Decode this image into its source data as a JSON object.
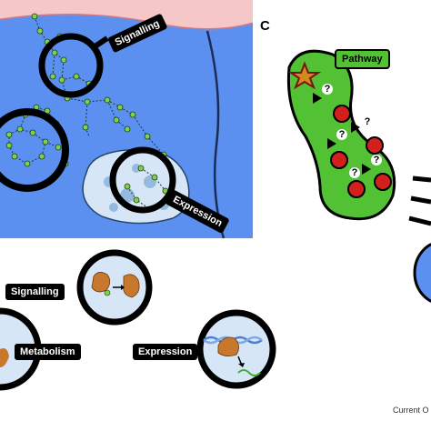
{
  "figure": {
    "panel_c_letter": "C",
    "panel_a_labels": {
      "signalling": "Signalling",
      "expression": "Expression"
    },
    "panel_b_labels": {
      "signalling": "Signalling",
      "metabolism": "Metabolism",
      "expression": "Expression"
    },
    "panel_c_labels": {
      "pathway": "Pathway",
      "unknown_marker": "?"
    },
    "credit": "Current O",
    "colors": {
      "cell_blue": "#5b8ff0",
      "membrane_pink": "#f3b4b4",
      "pathway_green": "#52c234",
      "node_red": "#d2201f",
      "node_green": "#7cd24a",
      "enzyme_orange": "#c8782d"
    }
  }
}
